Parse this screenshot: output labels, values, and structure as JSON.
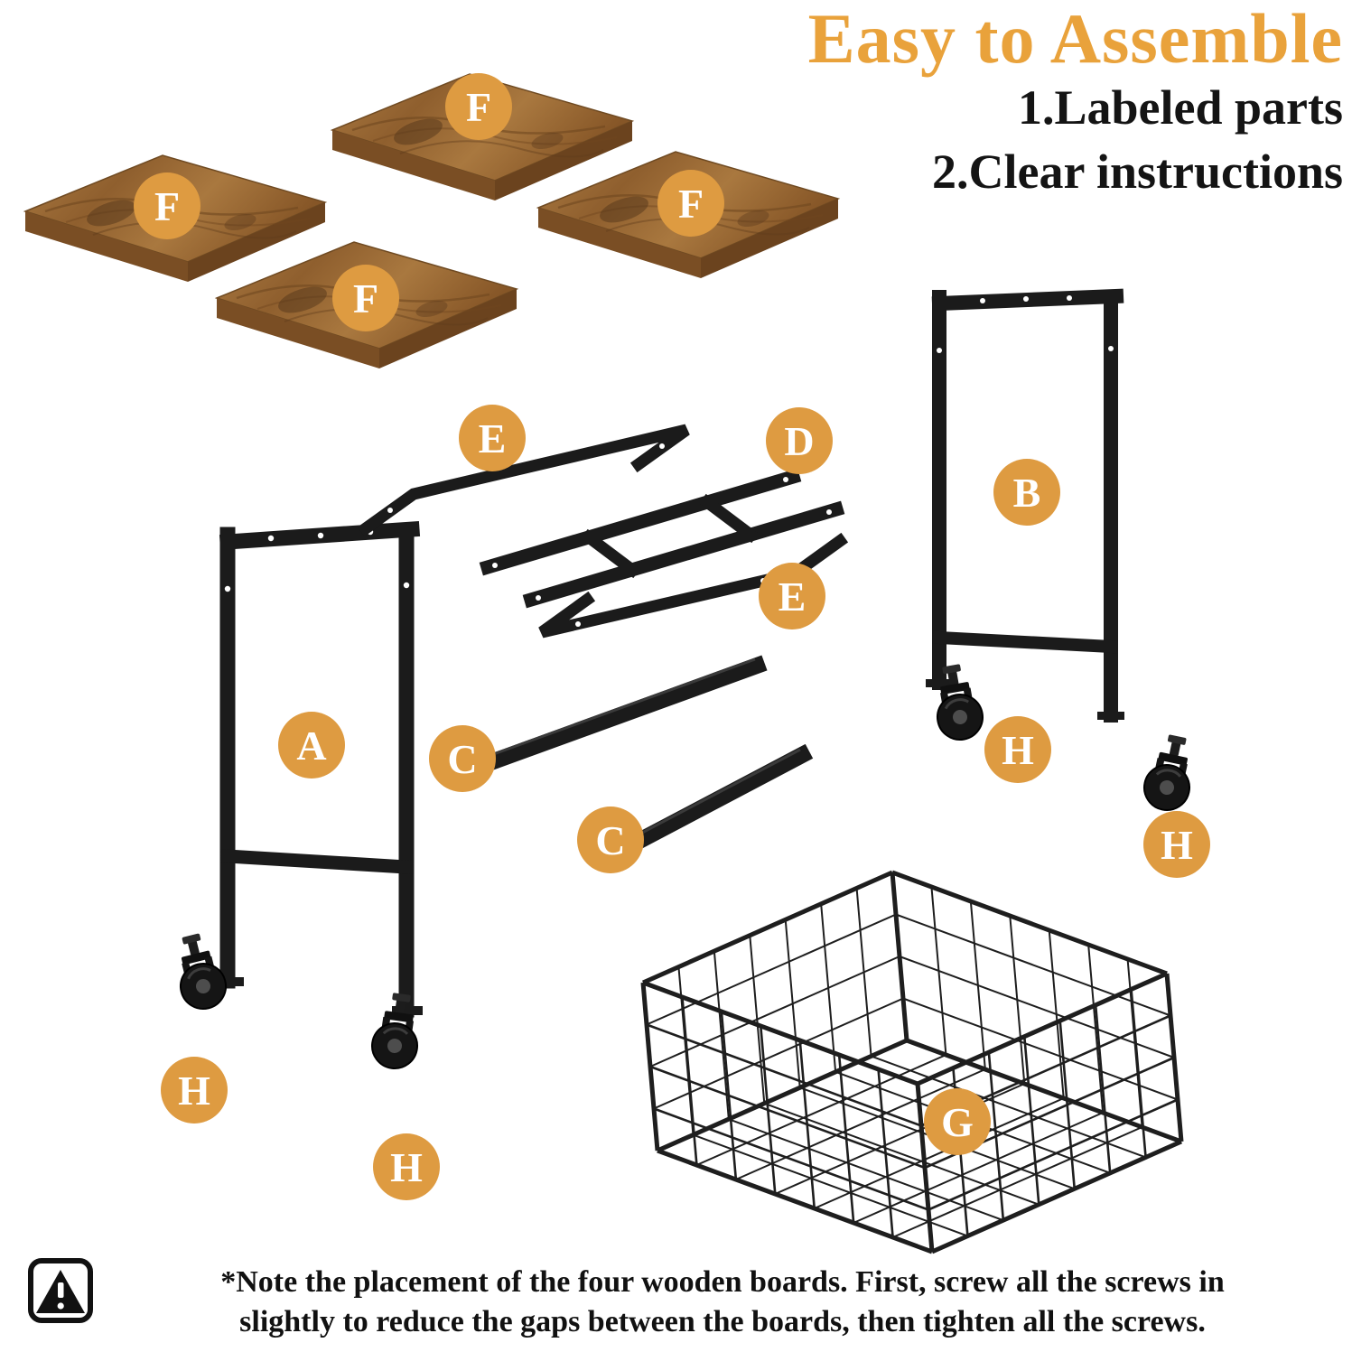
{
  "header": {
    "title": "Easy to Assemble",
    "point1": "1.Labeled parts",
    "point2": "2.Clear instructions"
  },
  "note": {
    "line1": "*Note the placement of the four wooden boards.  First, screw all the screws in",
    "line2": "slightly to reduce the gaps between the boards, then tighten all the screws."
  },
  "colors": {
    "accent_orange": "#DE9B41",
    "title_orange": "#E9A23B",
    "metal_black": "#1b1b1b",
    "wood_brown": "#9a6a33"
  },
  "labels": [
    {
      "part": "wooden-board",
      "letter": "F"
    },
    {
      "part": "wooden-board",
      "letter": "F"
    },
    {
      "part": "wooden-board",
      "letter": "F"
    },
    {
      "part": "wooden-board",
      "letter": "F"
    },
    {
      "part": "bracket",
      "letter": "E"
    },
    {
      "part": "h-frame",
      "letter": "D"
    },
    {
      "part": "side-frame",
      "letter": "B"
    },
    {
      "part": "bracket",
      "letter": "E"
    },
    {
      "part": "side-frame",
      "letter": "A"
    },
    {
      "part": "bar",
      "letter": "C"
    },
    {
      "part": "caster",
      "letter": "H"
    },
    {
      "part": "caster",
      "letter": "H"
    },
    {
      "part": "bar",
      "letter": "C"
    },
    {
      "part": "caster",
      "letter": "H"
    },
    {
      "part": "caster",
      "letter": "H"
    },
    {
      "part": "wire-basket",
      "letter": "G"
    }
  ]
}
